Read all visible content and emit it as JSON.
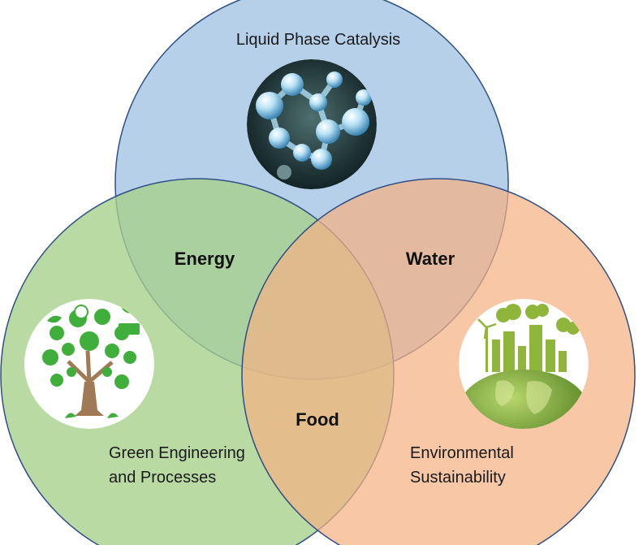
{
  "diagram": {
    "circles": {
      "top": {
        "label": "Liquid Phase Catalysis",
        "image": "molecule-image",
        "fill": "#b3cde9",
        "stroke": "#2f4f86"
      },
      "left": {
        "label_line1": "Green Engineering",
        "label_line2": "and Processes",
        "image": "eco-tree-image",
        "fill": "#a6d08a",
        "stroke": "#2f4f86"
      },
      "right": {
        "label_line1": "Environmental",
        "label_line2": "Sustainability",
        "image": "green-city-globe-image",
        "fill": "#f4b183",
        "stroke": "#2f4f86"
      }
    },
    "intersections": {
      "top_left": "Energy",
      "top_right": "Water",
      "left_right": "Food"
    }
  }
}
